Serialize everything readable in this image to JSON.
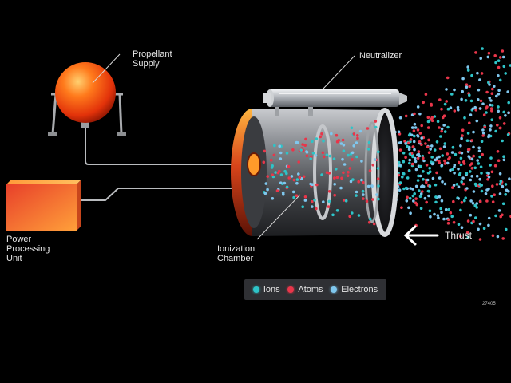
{
  "labels": {
    "propellant_supply": "Propellant\nSupply",
    "power_processing_unit": "Power\nProcessing\nUnit",
    "neutralizer": "Neutralizer",
    "ionization_chamber": "Ionization\nChamber",
    "thrust": "Thrust"
  },
  "legend": {
    "items": [
      {
        "label": "Ions",
        "color": "#2ec4c8"
      },
      {
        "label": "Atoms",
        "color": "#e8364a"
      },
      {
        "label": "Electrons",
        "color": "#7fc7ee"
      }
    ]
  },
  "figure_code": "27405",
  "colors": {
    "background": "#000000",
    "sphere": "#ff5a14",
    "power_unit": "#ff6a2a",
    "chamber_body": "#8a8d92",
    "chamber_ring": "#ff9a1a",
    "ion": "#2ec4c8",
    "atom": "#e8364a",
    "electron": "#7fc7ee"
  }
}
